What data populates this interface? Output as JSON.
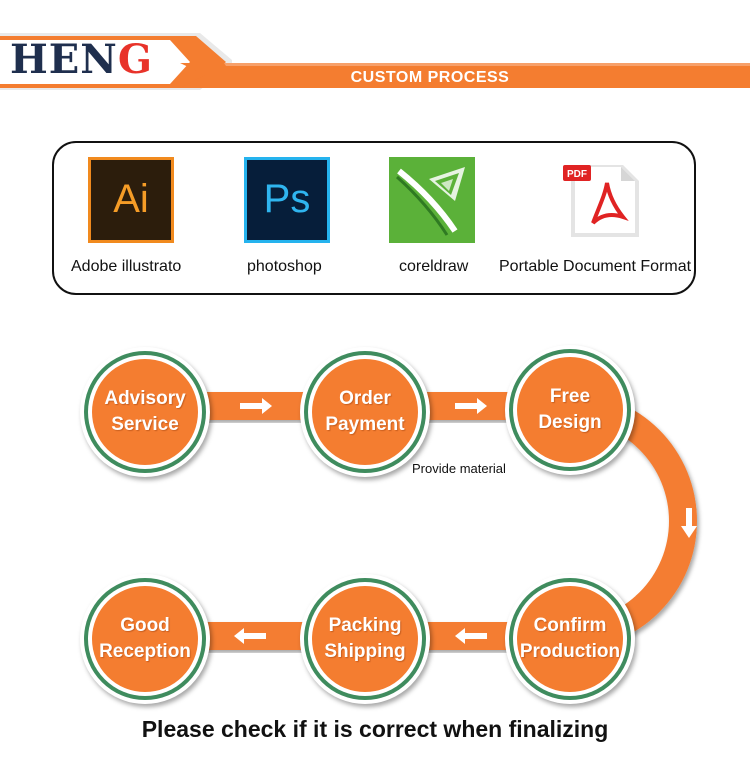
{
  "header": {
    "brand": "HENG",
    "title": "CUSTOM PROCESS"
  },
  "software": [
    {
      "label": "Adobe illustrato",
      "icon": "adobe-illustrator-icon",
      "glyph": "Ai"
    },
    {
      "label": "photoshop",
      "icon": "photoshop-icon",
      "glyph": "Ps"
    },
    {
      "label": "coreldraw",
      "icon": "coreldraw-icon"
    },
    {
      "label": "Portable Document Format",
      "icon": "pdf-icon",
      "glyph": "PDF"
    }
  ],
  "steps": [
    {
      "label": "Advisory Service"
    },
    {
      "label": "Order Payment"
    },
    {
      "label": "Free Design"
    },
    {
      "label": "Confirm Production"
    },
    {
      "label": "Packing Shipping"
    },
    {
      "label": "Good Reception"
    }
  ],
  "note": "Provide material",
  "footer": "Please check if it is correct when finalizing",
  "colors": {
    "accent": "#f47d30",
    "brand_navy": "#1f2f4e",
    "brand_red": "#e8332a",
    "ring_green": "#3f8c5e"
  }
}
